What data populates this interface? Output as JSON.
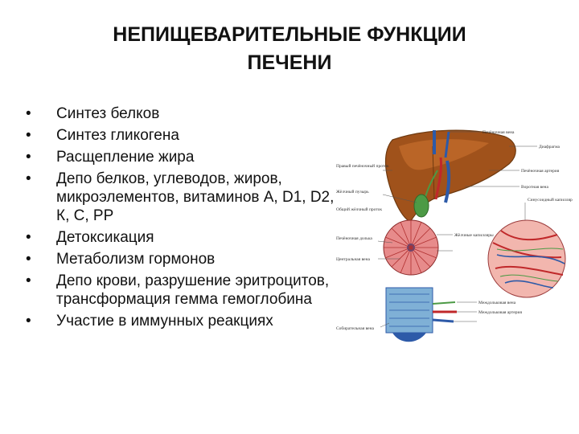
{
  "slide": {
    "title_line1": "НЕПИЩЕВАРИТЕЛЬНЫЕ ФУНКЦИИ",
    "title_line2": "ПЕЧЕНИ"
  },
  "bullets": [
    {
      "text": "Синтез белков"
    },
    {
      "text": "Синтез гликогена"
    },
    {
      "text": "Расщепление жира"
    },
    {
      "text": "Депо белков, углеводов, жиров, микроэлементов, витаминов А, D1, D2, К, С, PP"
    },
    {
      "text": "Детоксикация"
    },
    {
      "text": "Метаболизм гормонов"
    },
    {
      "text": "Депо крови, разрушение эритроцитов, трансформация гемма гемоглобина"
    },
    {
      "text": "Участие в иммунных реакциях"
    }
  ],
  "figure": {
    "labels": {
      "top": "Печёночная вена",
      "diaphragm": "Диафрагма",
      "hepatic_artery": "Печёночная артерия",
      "portal_vein": "Воротная вена",
      "right_duct": "Правый печёночный проток",
      "gallbladder": "Жёлчный пузырь",
      "common_duct": "Общий жёлчный проток",
      "sinusoid": "Синусоидный капилляр",
      "lobule": "Печёночная долька",
      "central_vein": "Центральная вена",
      "bile_canal": "Жёлчные капилляры",
      "interlobular": "Междольковая вена",
      "artery": "Междольковая артерия",
      "collect": "Собирательная вена"
    },
    "colors": {
      "liver": "#a0521b",
      "liver_dark": "#6e3a10",
      "vessel_red": "#c0282a",
      "vessel_blue": "#2d5aa8",
      "bile_green": "#4c9a45",
      "lobule_pink": "#e78b8b"
    }
  }
}
